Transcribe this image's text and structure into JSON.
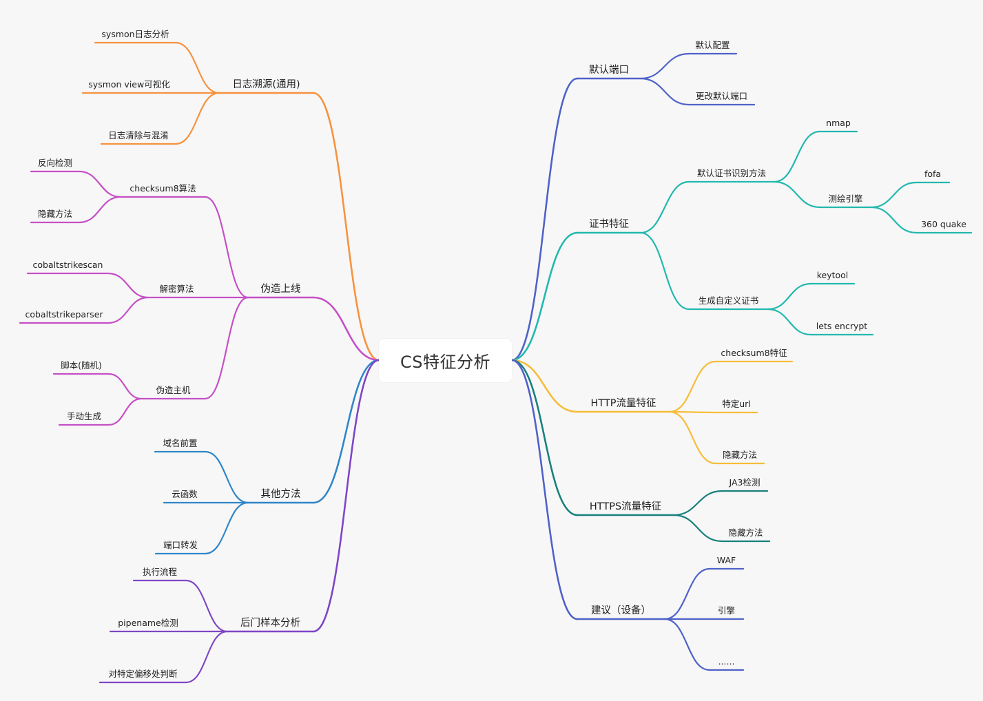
{
  "root": {
    "label": "CS特征分析"
  },
  "colors": {
    "orange": "#f7923e",
    "magenta": "#c64fc6",
    "blue": "#2f86c8",
    "purple": "#7f46c6",
    "indigo": "#4f62c8",
    "teal": "#22b8ae",
    "yellow": "#f7bd38",
    "darkteal": "#19807c",
    "background": "#f7f7f7"
  },
  "left_branches": [
    {
      "label": "日志溯源(通用)",
      "color": "orange",
      "children": [
        {
          "label": "sysmon日志分析"
        },
        {
          "label": "sysmon view可视化"
        },
        {
          "label": "日志清除与混淆"
        }
      ]
    },
    {
      "label": "伪造上线",
      "color": "magenta",
      "children": [
        {
          "label": "checksum8算法",
          "children": [
            {
              "label": "反向检测"
            },
            {
              "label": "隐藏方法"
            }
          ]
        },
        {
          "label": "解密算法",
          "children": [
            {
              "label": "cobaltstrikescan"
            },
            {
              "label": "cobaltstrikeparser"
            }
          ]
        },
        {
          "label": "伪造主机",
          "children": [
            {
              "label": "脚本(随机)"
            },
            {
              "label": "手动生成"
            }
          ]
        }
      ]
    },
    {
      "label": "其他方法",
      "color": "blue",
      "children": [
        {
          "label": "域名前置"
        },
        {
          "label": "云函数"
        },
        {
          "label": "端口转发"
        }
      ]
    },
    {
      "label": "后门样本分析",
      "color": "purple",
      "children": [
        {
          "label": "执行流程"
        },
        {
          "label": "pipename检测"
        },
        {
          "label": "对特定偏移处判断"
        }
      ]
    }
  ],
  "right_branches": [
    {
      "label": "默认端口",
      "color": "indigo",
      "children": [
        {
          "label": "默认配置"
        },
        {
          "label": "更改默认端口"
        }
      ]
    },
    {
      "label": "证书特征",
      "color": "teal",
      "children": [
        {
          "label": "默认证书识别方法",
          "children": [
            {
              "label": "nmap"
            },
            {
              "label": "测绘引擎",
              "children": [
                {
                  "label": "fofa"
                },
                {
                  "label": "360 quake"
                }
              ]
            }
          ]
        },
        {
          "label": "生成自定义证书",
          "children": [
            {
              "label": "keytool"
            },
            {
              "label": "lets encrypt"
            }
          ]
        }
      ]
    },
    {
      "label": "HTTP流量特征",
      "color": "yellow",
      "children": [
        {
          "label": "checksum8特征"
        },
        {
          "label": "特定url"
        },
        {
          "label": "隐藏方法"
        }
      ]
    },
    {
      "label": "HTTPS流量特征",
      "color": "darkteal",
      "children": [
        {
          "label": "JA3检测"
        },
        {
          "label": "隐藏方法"
        }
      ]
    },
    {
      "label": "建议（设备）",
      "color": "indigo",
      "children": [
        {
          "label": "WAF"
        },
        {
          "label": "引擎"
        },
        {
          "label": "......"
        }
      ]
    }
  ]
}
